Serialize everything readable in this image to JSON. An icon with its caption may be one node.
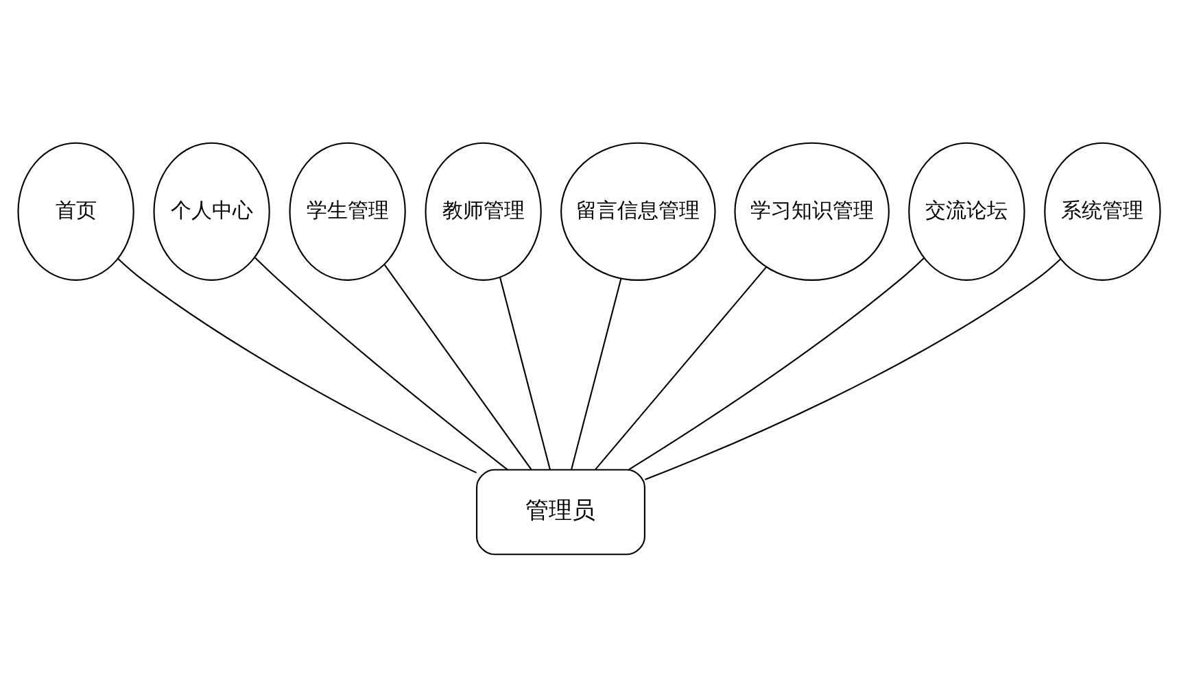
{
  "diagram": {
    "nodes": [
      {
        "text": [
          "首页"
        ]
      },
      {
        "text": [
          "个人中心"
        ]
      },
      {
        "text": [
          "学生管理"
        ]
      },
      {
        "text": [
          "教师管理"
        ]
      },
      {
        "text": [
          "留言信息管理"
        ]
      },
      {
        "text": [
          "学习知识管理"
        ]
      },
      {
        "text": [
          "交流论坛"
        ]
      },
      {
        "text": [
          "系统管理"
        ]
      },
      {
        "text": [
          "管理员"
        ]
      }
    ],
    "edges": [
      {
        "from": 0,
        "to": 8,
        "arrow": "none"
      },
      {
        "from": 1,
        "to": 8,
        "arrow": "none"
      },
      {
        "from": 2,
        "to": 8,
        "arrow": "none"
      },
      {
        "from": 3,
        "to": 8,
        "arrow": "none"
      },
      {
        "from": 4,
        "to": 8,
        "arrow": "none"
      },
      {
        "from": 5,
        "to": 8,
        "arrow": "none"
      },
      {
        "from": 6,
        "to": 8,
        "arrow": "none"
      },
      {
        "from": 7,
        "to": 8,
        "arrow": "none"
      }
    ]
  }
}
